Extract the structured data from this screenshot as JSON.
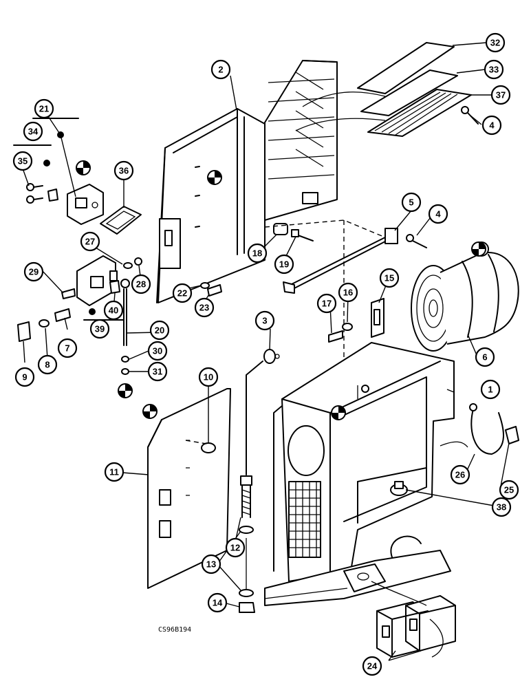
{
  "drawing_code": "CS96B194",
  "callouts": [
    {
      "id": "c1",
      "label": "1"
    },
    {
      "id": "c2",
      "label": "2"
    },
    {
      "id": "c3",
      "label": "3"
    },
    {
      "id": "c4a",
      "label": "4"
    },
    {
      "id": "c4b",
      "label": "4"
    },
    {
      "id": "c5",
      "label": "5"
    },
    {
      "id": "c6",
      "label": "6"
    },
    {
      "id": "c7",
      "label": "7"
    },
    {
      "id": "c8",
      "label": "8"
    },
    {
      "id": "c9",
      "label": "9"
    },
    {
      "id": "c10",
      "label": "10"
    },
    {
      "id": "c11",
      "label": "11"
    },
    {
      "id": "c12",
      "label": "12"
    },
    {
      "id": "c13",
      "label": "13"
    },
    {
      "id": "c14",
      "label": "14"
    },
    {
      "id": "c15",
      "label": "15"
    },
    {
      "id": "c16",
      "label": "16"
    },
    {
      "id": "c17",
      "label": "17"
    },
    {
      "id": "c18",
      "label": "18"
    },
    {
      "id": "c19",
      "label": "19"
    },
    {
      "id": "c20",
      "label": "20"
    },
    {
      "id": "c21",
      "label": "21"
    },
    {
      "id": "c22",
      "label": "22"
    },
    {
      "id": "c23",
      "label": "23"
    },
    {
      "id": "c24",
      "label": "24"
    },
    {
      "id": "c25",
      "label": "25"
    },
    {
      "id": "c26",
      "label": "26"
    },
    {
      "id": "c27",
      "label": "27"
    },
    {
      "id": "c28",
      "label": "28"
    },
    {
      "id": "c29",
      "label": "29"
    },
    {
      "id": "c30",
      "label": "30"
    },
    {
      "id": "c31",
      "label": "31"
    },
    {
      "id": "c32",
      "label": "32"
    },
    {
      "id": "c33",
      "label": "33"
    },
    {
      "id": "c34",
      "label": "34"
    },
    {
      "id": "c35",
      "label": "35"
    },
    {
      "id": "c36",
      "label": "36"
    },
    {
      "id": "c37",
      "label": "37"
    },
    {
      "id": "c38",
      "label": "38"
    },
    {
      "id": "c39",
      "label": "39"
    },
    {
      "id": "c40",
      "label": "40"
    }
  ]
}
